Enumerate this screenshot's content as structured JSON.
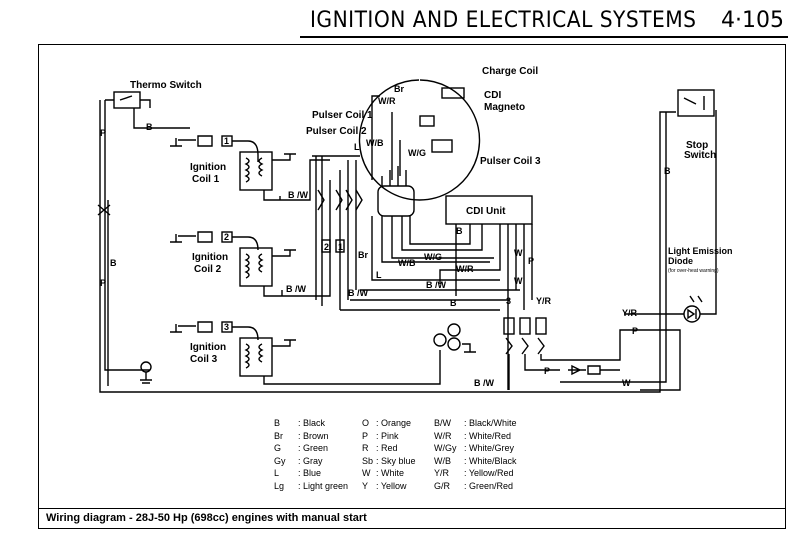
{
  "header": {
    "title": "IGNITION AND ELECTRICAL SYSTEMS",
    "page": "4·105"
  },
  "components": {
    "thermo_switch": "Thermo Switch",
    "charge_coil": "Charge Coil",
    "cdi_magneto_1": "CDI",
    "cdi_magneto_2": "Magneto",
    "pulser1": "Pulser Coil 1",
    "pulser2": "Pulser Coil 2",
    "pulser3": "Pulser Coil 3",
    "stop_switch_1": "Stop",
    "stop_switch_2": "Switch",
    "ign1_a": "Ignition",
    "ign1_b": "Coil 1",
    "ign2_a": "Ignition",
    "ign2_b": "Coil 2",
    "ign3_a": "Ignition",
    "ign3_b": "Coil 3",
    "cdi_unit": "CDI Unit",
    "led_1": "Light Emission",
    "led_2": "Diode",
    "led_3": "(for over-heat warning)"
  },
  "wire_labels": {
    "b": "B",
    "p": "P",
    "br": "Br",
    "wr": "W/R",
    "wb": "W/B",
    "wg": "W/G",
    "l": "L",
    "bw": "B /W",
    "w": "W",
    "yr": "Y/R",
    "n1": "1",
    "n2": "2",
    "n3": "3"
  },
  "legend": [
    [
      "B",
      ": Black",
      "O",
      ": Orange",
      "B/W",
      ": Black/White"
    ],
    [
      "Br",
      ": Brown",
      "P",
      ": Pink",
      "W/R",
      ": White/Red"
    ],
    [
      "G",
      ": Green",
      "R",
      ": Red",
      "W/Gy",
      ": White/Grey"
    ],
    [
      "Gy",
      ": Gray",
      "Sb",
      ": Sky blue",
      "W/B",
      ": White/Black"
    ],
    [
      "L",
      ": Blue",
      "W",
      ": White",
      "Y/R",
      ": Yellow/Red"
    ],
    [
      "Lg",
      ": Light green",
      "Y",
      ": Yellow",
      "G/R",
      ": Green/Red"
    ]
  ],
  "caption": "Wiring diagram - 28J-50 Hp (698cc) engines with manual start"
}
